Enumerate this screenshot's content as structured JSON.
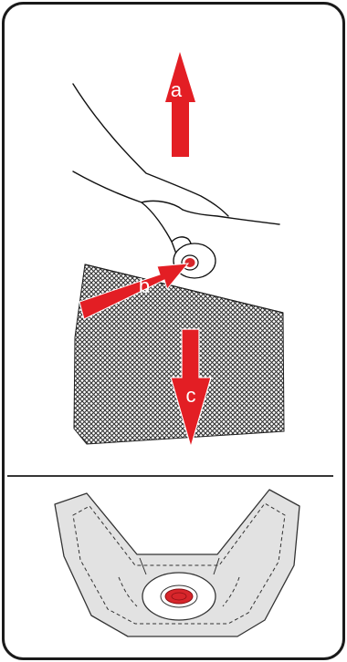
{
  "labels": {
    "a": "a",
    "b": "b",
    "c": "c"
  },
  "colors": {
    "arrow": "#e31e24",
    "frame": "#1a1a1a",
    "panel_fill": "#e6e6e6",
    "pad_fill": "#d9d9d9",
    "button_red": "#d7262b",
    "background": "#ffffff"
  },
  "panels": [
    "instruction-step",
    "part-detail"
  ]
}
